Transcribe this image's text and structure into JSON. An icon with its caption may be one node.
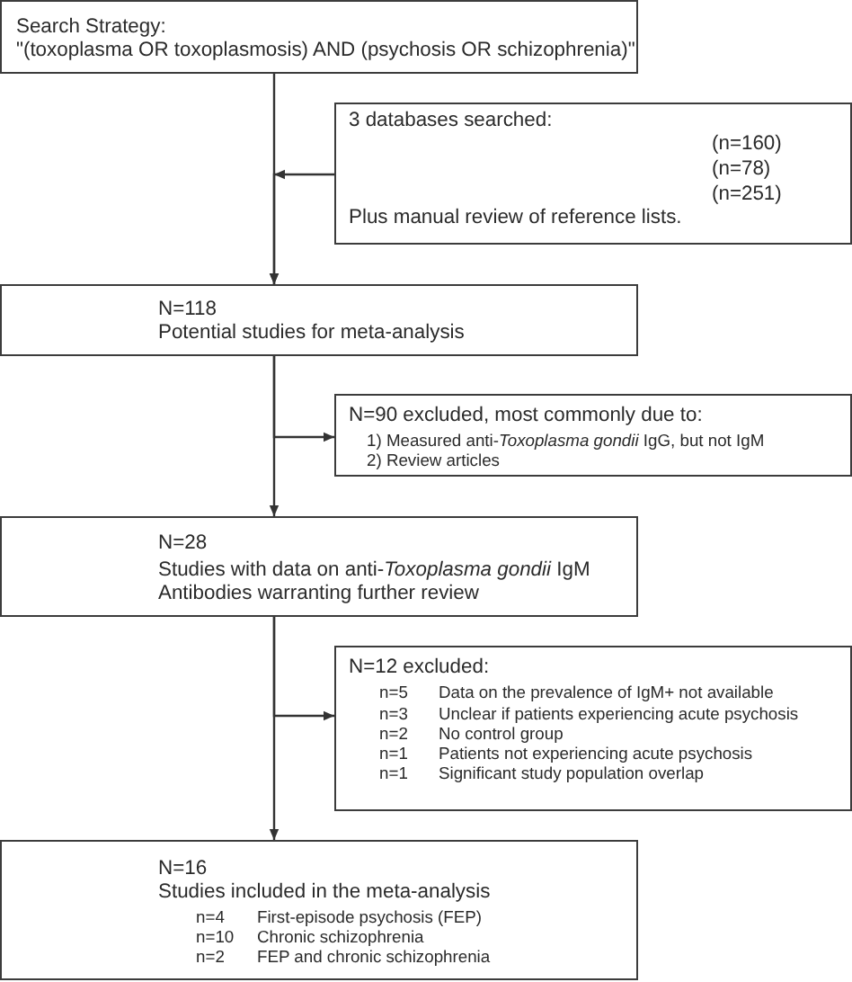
{
  "diagram": {
    "nodes": [
      {
        "text": [
          "Search Strategy:",
          "\"(toxoplasma OR toxoplasmosis) AND (psychosis OR schizophrenia)\""
        ]
      },
      {
        "text": [
          "3 databases searched:",
          "(n=160)",
          "(n=78)",
          "(n=251)",
          "Plus manual review of reference lists."
        ]
      },
      {
        "text": [
          "N=118",
          "Potential studies for meta-analysis"
        ]
      },
      {
        "text": [
          "N=90 excluded, most commonly due to:",
          "1) Measured anti-*Toxoplasma gondii* IgG, but not IgM",
          "2) Review articles"
        ]
      },
      {
        "text": [
          "N=28",
          "Studies with data on anti-*Toxoplasma gondii* IgM Antibodies warranting further review"
        ]
      },
      {
        "text": [
          "N=12 excluded:",
          "n=5",
          "Data on the prevalence of IgM+ not available",
          "n=3",
          "Unclear if patients experiencing acute psychosis",
          "n=2",
          "No control group",
          "n=1",
          "Patients not experiencing acute psychosis",
          "n=1",
          "Significant study population overlap"
        ]
      },
      {
        "text": [
          "N=16",
          "Studies included in the meta-analysis",
          "n=4",
          "First-episode psychosis (FEP)",
          "n=10",
          "Chronic schizophrenia",
          "n=2",
          "FEP and chronic schizophrenia"
        ]
      }
    ],
    "edges": [
      {
        "from": 0,
        "to": 2,
        "arrow": "to"
      },
      {
        "from": 1,
        "to": 2,
        "arrow": "to"
      },
      {
        "from": 2,
        "to": 3,
        "arrow": "to"
      },
      {
        "from": 2,
        "to": 4,
        "arrow": "to"
      },
      {
        "from": 4,
        "to": 5,
        "arrow": "to"
      },
      {
        "from": 4,
        "to": 6,
        "arrow": "to"
      }
    ]
  }
}
